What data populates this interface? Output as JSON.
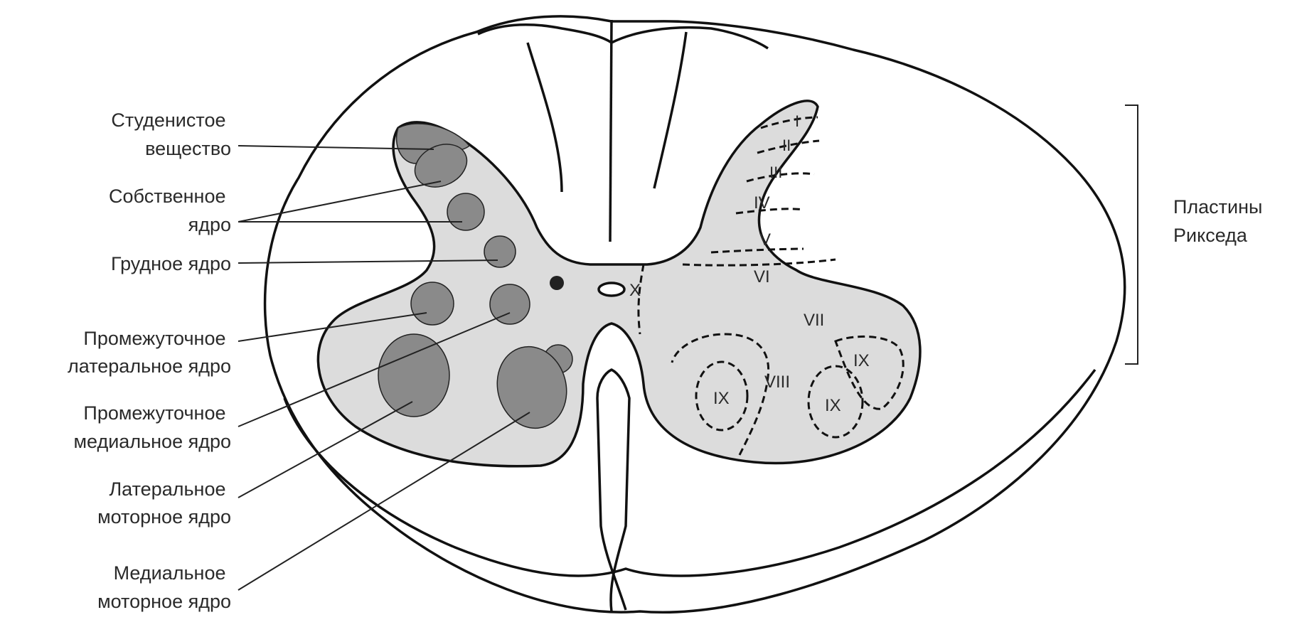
{
  "labels": {
    "substantia_gelatinosa": [
      "Студенистое",
      "вещество"
    ],
    "nucleus_proprius": [
      "Собственное",
      "ядро"
    ],
    "thoracic_nucleus": [
      "Грудное ядро"
    ],
    "intermediolateral": [
      "Промежуточное",
      "латеральное ядро"
    ],
    "intermediomedial": [
      "Промежуточное",
      "медиальное ядро"
    ],
    "lateral_motor": [
      "Латеральное",
      "моторное ядро"
    ],
    "medial_motor": [
      "Медиальное",
      "моторное ядро"
    ],
    "rexed_laminae": [
      "Пластины",
      "Рикседа"
    ]
  },
  "laminae": {
    "I": "I",
    "II": "II",
    "III": "III",
    "IV": "IV",
    "V": "V",
    "VI": "VI",
    "VII": "VII",
    "VIII": "VIII",
    "IX": "IX",
    "X": "X"
  },
  "colors": {
    "gray_matter": "#dcdcdc",
    "line": "#111111",
    "nucleus": "#8a8a8a"
  }
}
